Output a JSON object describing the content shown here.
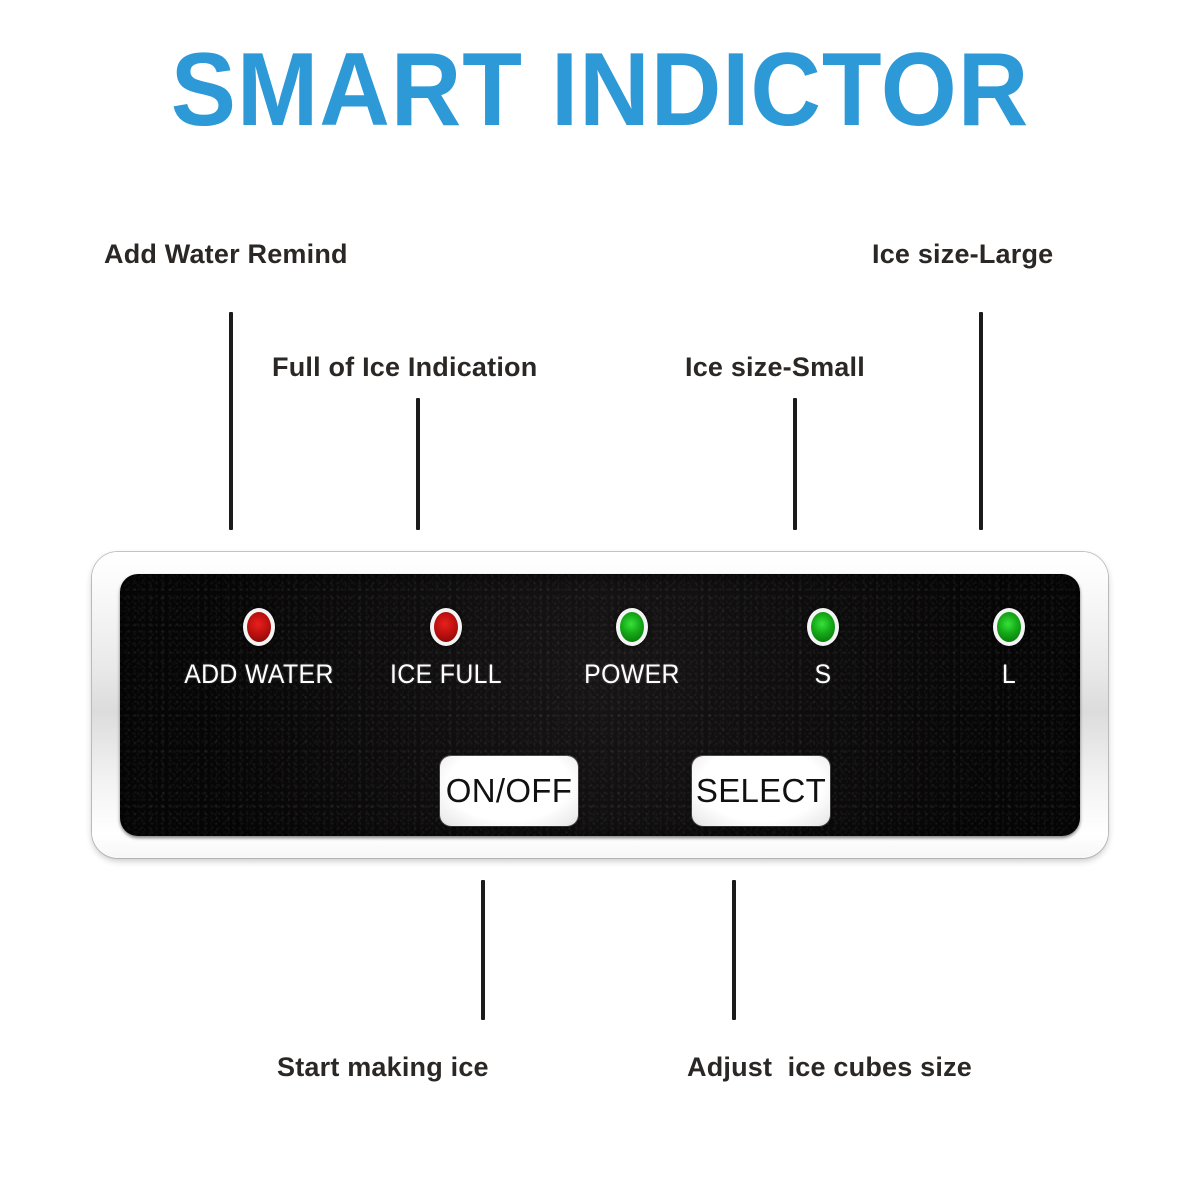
{
  "title": "SMART INDICTOR",
  "colors": {
    "title_blue": "#2d99d6",
    "label_text": "#2a2725",
    "leader_line": "#1b1b1b",
    "panel_black": "#0a0909",
    "bezel_silver": "#dcdcdc",
    "led_red": "#c01210",
    "led_green": "#16aa18",
    "button_face": "#ffffff",
    "button_text": "#111111"
  },
  "callouts": [
    {
      "id": "add-water-remind",
      "text": "Add Water Remind"
    },
    {
      "id": "full-of-ice",
      "text": "Full of Ice Indication"
    },
    {
      "id": "ice-size-small",
      "text": "Ice size-Small"
    },
    {
      "id": "ice-size-large",
      "text": "Ice size-Large"
    },
    {
      "id": "start-making-ice",
      "text": "Start making ice"
    },
    {
      "id": "adjust-cubes-size",
      "text": "Adjust  ice cubes size"
    }
  ],
  "panel": {
    "indicators": [
      {
        "id": "add-water",
        "label": "ADD WATER",
        "color": "red",
        "state": "on"
      },
      {
        "id": "ice-full",
        "label": "ICE FULL",
        "color": "red",
        "state": "on"
      },
      {
        "id": "power",
        "label": "POWER",
        "color": "green",
        "state": "on"
      },
      {
        "id": "size-s",
        "label": "S",
        "color": "green",
        "state": "on"
      },
      {
        "id": "size-l",
        "label": "L",
        "color": "green",
        "state": "on"
      }
    ],
    "buttons": [
      {
        "id": "onoff",
        "label": "ON/OFF"
      },
      {
        "id": "select",
        "label": "SELECT"
      }
    ]
  }
}
